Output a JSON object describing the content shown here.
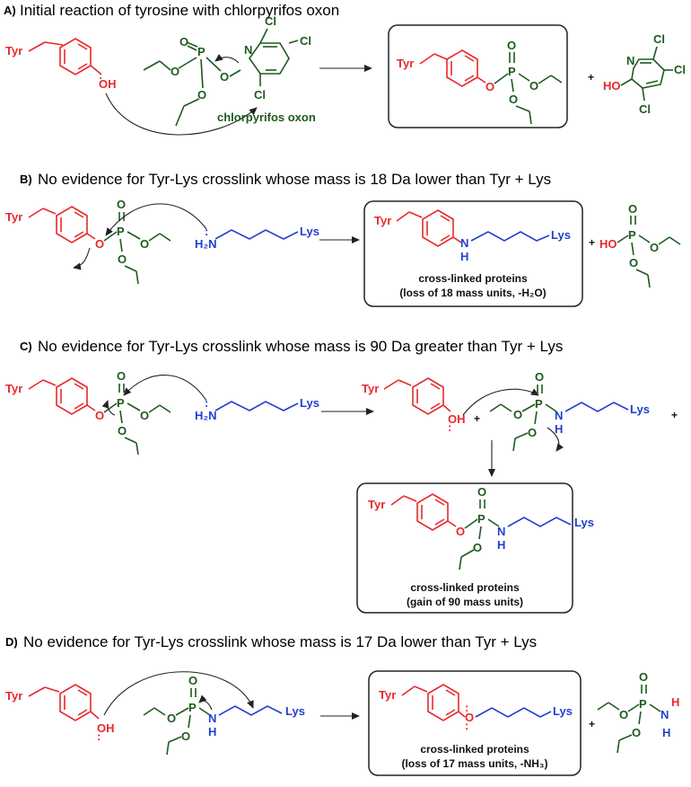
{
  "panels": {
    "a": {
      "letter": "A)",
      "title": "Initial reaction of tyrosine with chlorpyrifos oxon",
      "reagent_name": "chlorpyrifos oxon"
    },
    "b": {
      "letter": "B)",
      "title": "No evidence for Tyr-Lys crosslink whose mass is 18 Da lower than Tyr + Lys",
      "caption_1": "cross-linked proteins",
      "caption_2": "(loss of 18 mass units, -H₂O)"
    },
    "c": {
      "letter": "C)",
      "title": "No evidence for Tyr-Lys crosslink whose mass is 90 Da greater than Tyr + Lys",
      "caption_1": "cross-linked proteins",
      "caption_2": "(gain of 90 mass units)"
    },
    "d": {
      "letter": "D)",
      "title": "No evidence for Tyr-Lys crosslink whose mass is 17 Da lower than Tyr + Lys",
      "caption_1": "cross-linked proteins",
      "caption_2": "(loss of 17 mass units, -NH₃)"
    }
  },
  "labels": {
    "tyr": "Tyr",
    "lys": "Lys",
    "oh": "OH",
    "ho": "HO",
    "o": "O",
    "p": "P",
    "n": "N",
    "h": "H",
    "nh": "NH",
    "h2n": "H₂N",
    "cl": "Cl",
    "plus": "+",
    "lone_pair": ":"
  },
  "colors": {
    "tyrosine": "#e8282b",
    "organophosphate": "#1e5a1e",
    "lysine": "#1f3fd0",
    "frame": "#222222"
  }
}
